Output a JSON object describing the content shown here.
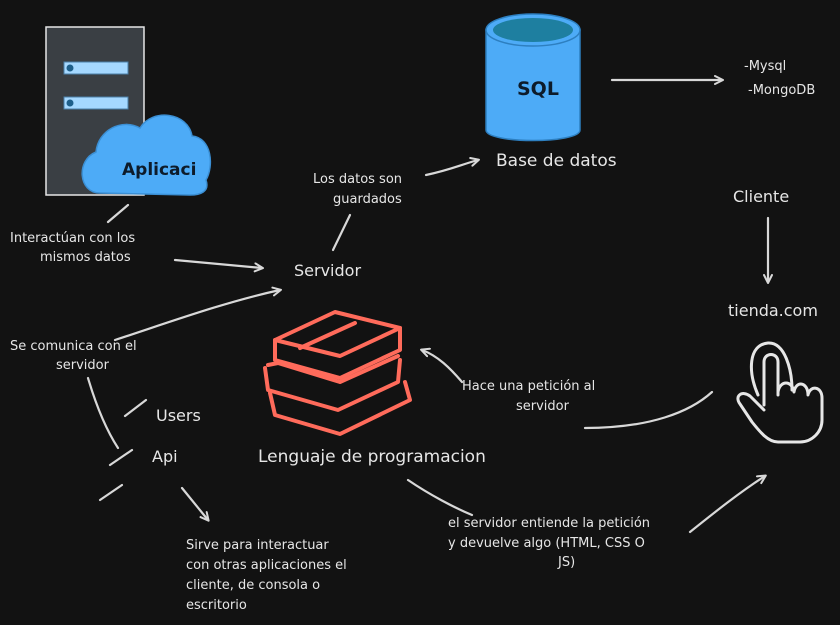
{
  "nodes": {
    "app_cloud": "Aplicaci",
    "sql_db": "SQL",
    "db_label": "Base de datos",
    "db_option_1": "-Mysql",
    "db_option_2": "-MongoDB",
    "client": "Cliente",
    "store": "tienda.com",
    "server": "Servidor",
    "language": "Lenguaje de programacion",
    "users": "Users",
    "api": "Api"
  },
  "annotations": {
    "saved_line1": "Los datos son",
    "saved_line2": "guardados",
    "interact_line1": "Interactúan con los",
    "interact_line2": "mismos datos",
    "communicate_line1": "Se comunica con el",
    "communicate_line2": "servidor",
    "request_line1": "Hace una petición al",
    "request_line2": "servidor",
    "response_line1": "el servidor entiende la petición",
    "response_line2": "y devuelve algo (HTML, CSS O",
    "response_line3": "JS)",
    "api_line1": "Sirve para interactuar",
    "api_line2": "con otras aplicaciones el",
    "api_line3": "cliente, de consola o",
    "api_line4": "escritorio"
  },
  "colors": {
    "background": "#121212",
    "server_rack": "#3a3f44",
    "rack_slot": "#a5d8ff",
    "cloud": "#4dabf7",
    "database": "#4dabf7",
    "database_top": "#1e7fa0",
    "books": "#ff6b5b",
    "stroke": "#d8d8d8"
  },
  "icons": {
    "server": "server-rack-icon",
    "cloud": "cloud-icon",
    "database": "database-icon",
    "books": "stacked-books-icon",
    "hand": "pointing-hand-icon"
  }
}
